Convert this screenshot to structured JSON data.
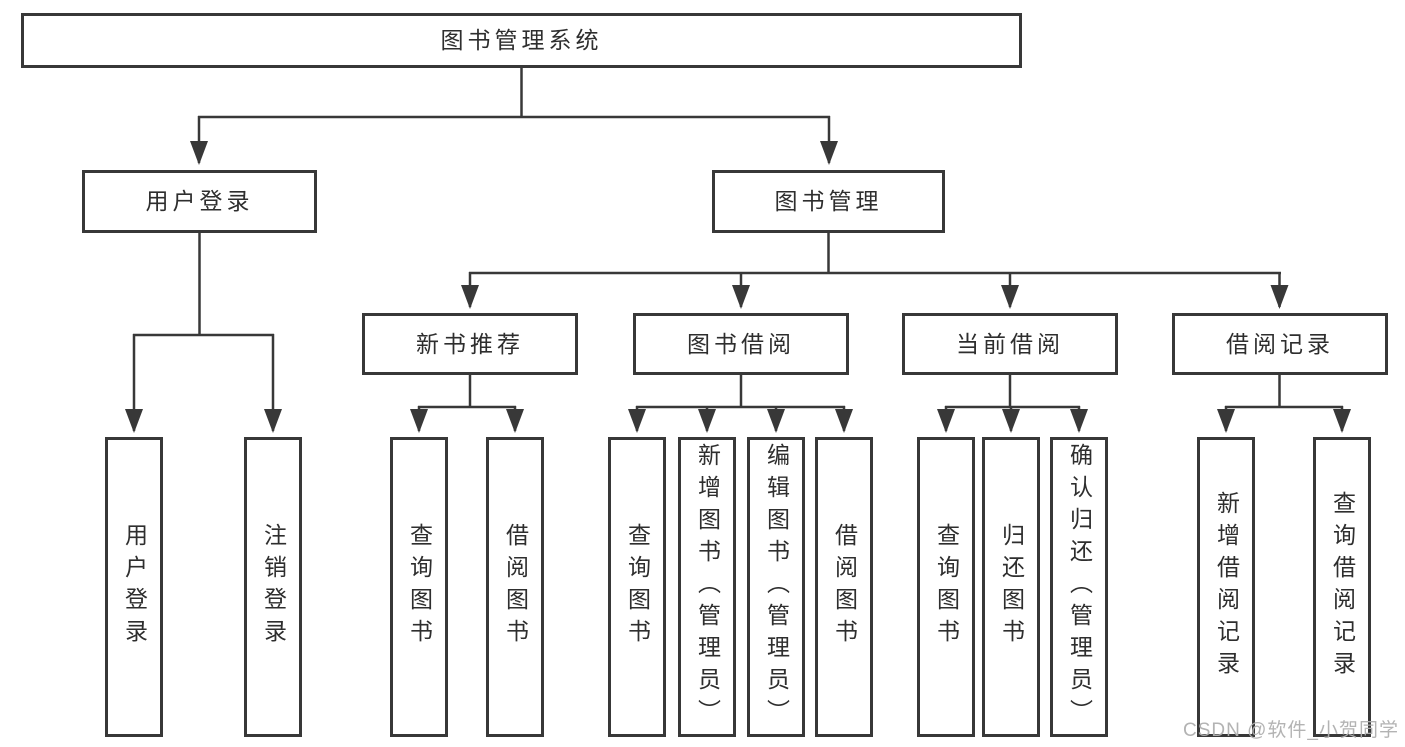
{
  "diagram_title": "图书管理系统",
  "nodes": {
    "root": "图书管理系统",
    "user_login": "用户登录",
    "book_management": "图书管理",
    "new_book_recommend": "新书推荐",
    "book_borrow": "图书借阅",
    "current_borrow": "当前借阅",
    "borrow_record": "借阅记录",
    "leaf_user_login": "用户登录",
    "leaf_logout": "注销登录",
    "leaf_rec_query_book": "查询图书",
    "leaf_rec_borrow_book": "借阅图书",
    "leaf_bb_query_book": "查询图书",
    "leaf_bb_add_book": "新增图书（管理员）",
    "leaf_bb_edit_book": "编辑图书（管理员）",
    "leaf_bb_borrow_book": "借阅图书",
    "leaf_cb_query_book": "查询图书",
    "leaf_cb_return_book": "归还图书",
    "leaf_cb_confirm_return": "确认归还（管理员）",
    "leaf_br_add_record": "新增借阅记录",
    "leaf_br_query_record": "查询借阅记录"
  },
  "watermark": "CSDN @软件_小贺同学",
  "colors": {
    "line": "#383838",
    "text": "#2e2e2e",
    "background": "#ffffff",
    "watermark": "#afafaf"
  }
}
